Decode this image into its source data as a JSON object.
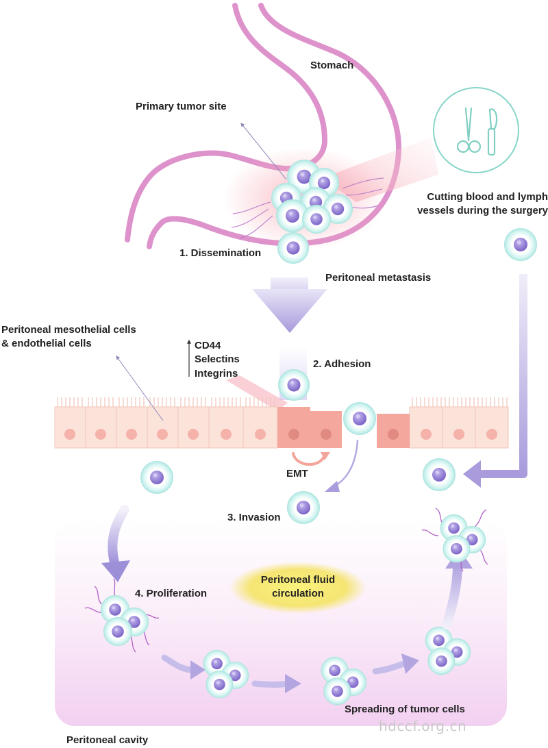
{
  "labels": {
    "stomach": "Stomach",
    "primary_tumor_site": "Primary tumor site",
    "surgery_line1": "Cutting blood and lymph",
    "surgery_line2": "vessels during the surgery",
    "dissemination": "1. Dissemination",
    "peritoneal_metastasis": "Peritoneal metastasis",
    "mesothelial_line1": "Peritoneal mesothelial cells",
    "mesothelial_line2": "& endothelial cells",
    "cd44": "CD44",
    "selectins": "Selectins",
    "integrins": "Integrins",
    "adhesion": "2. Adhesion",
    "emt": "EMT",
    "invasion": "3. Invasion",
    "fluid_line1": "Peritoneal fluid",
    "fluid_line2": "circulation",
    "proliferation": "4. Proliferation",
    "spreading": "Spreading of tumor cells",
    "peritoneal_cavity": "Peritoneal cavity"
  },
  "watermark": "hdccf.org.cn",
  "icons": [
    "surgical-scissors-icon",
    "scalpel-icon"
  ],
  "colors": {
    "stomach": "#dd8ec8",
    "cell_nucleus": "#8e7ad0",
    "cell_halo": "#c8f0ee",
    "arrow": "#b3a6e0",
    "tissue": "#fbe3da",
    "tissue_highlight": "#f3a9a3",
    "surgery_ring": "#7fd2c4",
    "fluid": "#f6e678",
    "cavity": "#f3d4f2"
  }
}
